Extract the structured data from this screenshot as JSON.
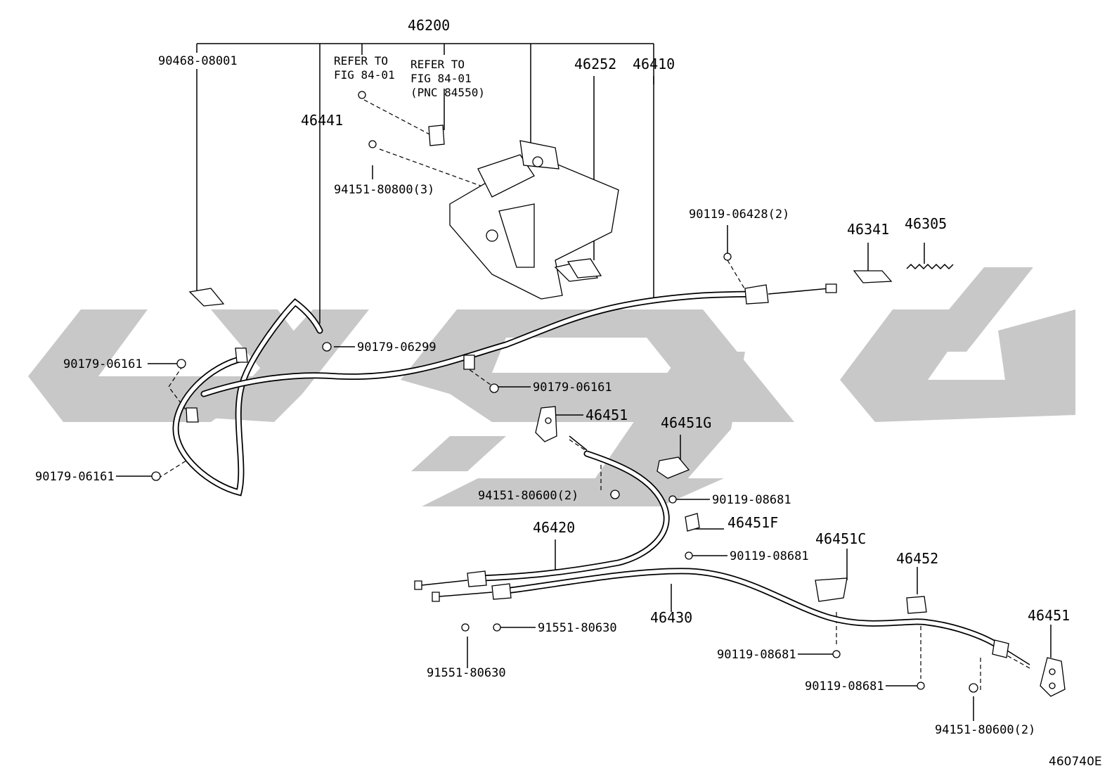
{
  "diagram": {
    "assembly_label": "46200",
    "figure_id": "460740E",
    "notes": {
      "refer_a_line1": "REFER TO",
      "refer_a_line2": "FIG 84-01",
      "refer_b_line1": "REFER TO",
      "refer_b_line2": "FIG 84-01",
      "refer_b_line3": "(PNC 84550)"
    },
    "labels": {
      "p90468_08001": "90468-08001",
      "p46441": "46441",
      "p94151_80800_3": "94151-80800(3)",
      "p46252": "46252",
      "p46410": "46410",
      "p90119_06428_2": "90119-06428(2)",
      "p46341": "46341",
      "p46305": "46305",
      "p90179_06299": "90179-06299",
      "p90179_06161_a": "90179-06161",
      "p90179_06161_b": "90179-06161",
      "p90179_06161_c": "90179-06161",
      "p46451_a": "46451",
      "p46451G": "46451G",
      "p94151_80600_2_a": "94151-80600(2)",
      "p90119_08681_a": "90119-08681",
      "p46420": "46420",
      "p46451F": "46451F",
      "p90119_08681_b": "90119-08681",
      "p46451C": "46451C",
      "p46452": "46452",
      "p91551_80630_a": "91551-80630",
      "p91551_80630_b": "91551-80630",
      "p46430": "46430",
      "p46451_b": "46451",
      "p90119_08681_c": "90119-08681",
      "p90119_08681_d": "90119-08681",
      "p94151_80600_2_b": "94151-80600(2)"
    }
  }
}
